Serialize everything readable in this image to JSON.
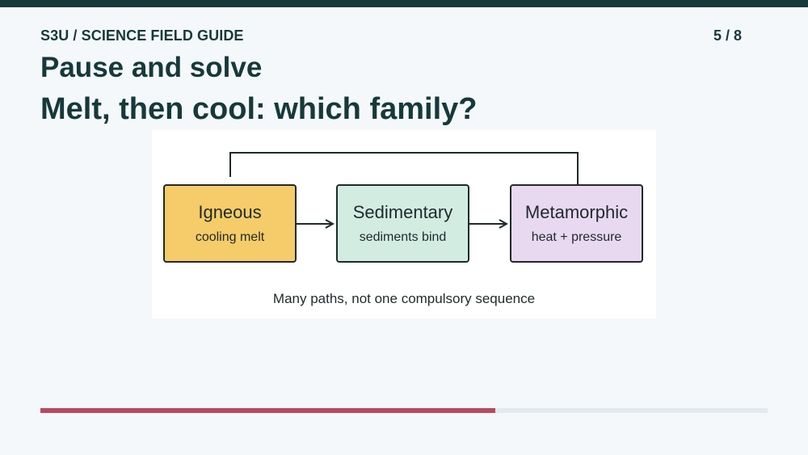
{
  "header": {
    "kicker": "S3U / SCIENCE FIELD GUIDE",
    "page_indicator": "5 / 8"
  },
  "slide": {
    "title": "Pause and solve",
    "question": "Melt, then cool: which family?"
  },
  "diagram": {
    "nodes": [
      {
        "title": "Igneous",
        "subtitle": "cooling melt",
        "color": "#f5cc69"
      },
      {
        "title": "Sedimentary",
        "subtitle": "sediments bind",
        "color": "#d3ece2"
      },
      {
        "title": "Metamorphic",
        "subtitle": "heat + pressure",
        "color": "#e8d9f1"
      }
    ],
    "edges": [
      {
        "from": "Igneous",
        "to": "Sedimentary"
      },
      {
        "from": "Sedimentary",
        "to": "Metamorphic"
      },
      {
        "from": "Igneous",
        "to": "Metamorphic",
        "style": "loop-over-top"
      }
    ],
    "caption": "Many paths, not one compulsory sequence"
  },
  "progress": {
    "fraction": 0.625,
    "fill_color": "#b84a5e",
    "track_color": "#e3e9ec"
  },
  "colors": {
    "top_bar": "#16393a",
    "background": "#f4f8fb",
    "text": "#16393a"
  }
}
